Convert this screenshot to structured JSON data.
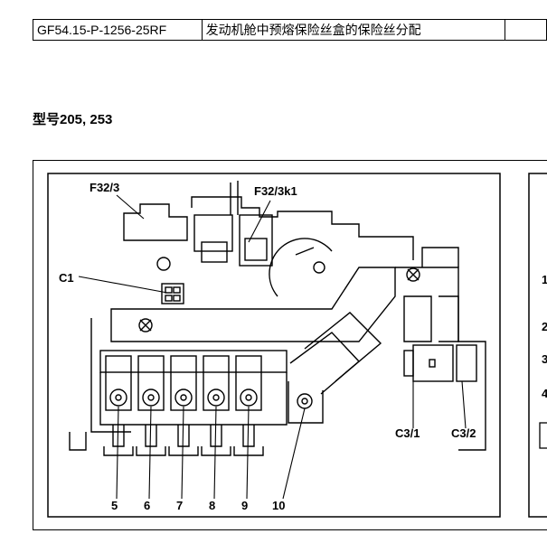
{
  "header": {
    "code": "GF54.15-P-1256-25RF",
    "title": "发动机舱中预熔保险丝盒的保险丝分配"
  },
  "model_line": "型号205, 253",
  "diagram": {
    "labels": {
      "f32_3": "F32/3",
      "f32_3k1": "F32/3k1",
      "c1": "C1",
      "c3_1": "C3/1",
      "c3_2": "C3/2"
    },
    "fuse_numbers": [
      "5",
      "6",
      "7",
      "8",
      "9",
      "10"
    ],
    "side_numbers": [
      "1",
      "2",
      "3",
      "4"
    ]
  }
}
